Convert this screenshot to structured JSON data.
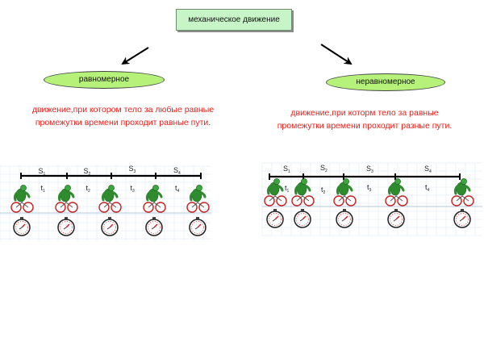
{
  "title": "механическое движение",
  "uniform": {
    "label": "равномерное",
    "description_lines": [
      "движение,при котором тело за любые равные",
      "промежутки времени проходит равные пути."
    ],
    "segments": [
      {
        "s_base": "S",
        "s_sub": "1",
        "t_base": "t",
        "t_sub": "1"
      },
      {
        "s_base": "S",
        "s_sub": "2",
        "t_base": "t",
        "t_sub": "2"
      },
      {
        "s_base": "S",
        "s_sub": "3",
        "t_base": "t",
        "t_sub": "3"
      },
      {
        "s_base": "S",
        "s_sub": "4",
        "t_base": "t",
        "t_sub": "4"
      }
    ]
  },
  "nonuniform": {
    "label": "неравномерное",
    "description_lines": [
      "движение,при которм тело за равные",
      "промежутки времени проходит разные пути."
    ],
    "segments": [
      {
        "s_base": "S",
        "s_sub": "1",
        "t_base": "t",
        "t_sub": "1"
      },
      {
        "s_base": "S",
        "s_sub": "2",
        "t_base": "t",
        "t_sub": "2"
      },
      {
        "s_base": "S",
        "s_sub": "3",
        "t_base": "t",
        "t_sub": "3"
      },
      {
        "s_base": "S",
        "s_sub": "4",
        "t_base": "t",
        "t_sub": "4"
      }
    ]
  },
  "colors": {
    "title_fill": "#c8f5c8",
    "ellipse_fill": "#b6f27a",
    "description_text": "#e8211d",
    "cyclist_body": "#2e8b2e",
    "wheel": "#d22020"
  },
  "icons": [
    "cyclist-icon",
    "stopwatch-icon",
    "arrow-icon"
  ]
}
